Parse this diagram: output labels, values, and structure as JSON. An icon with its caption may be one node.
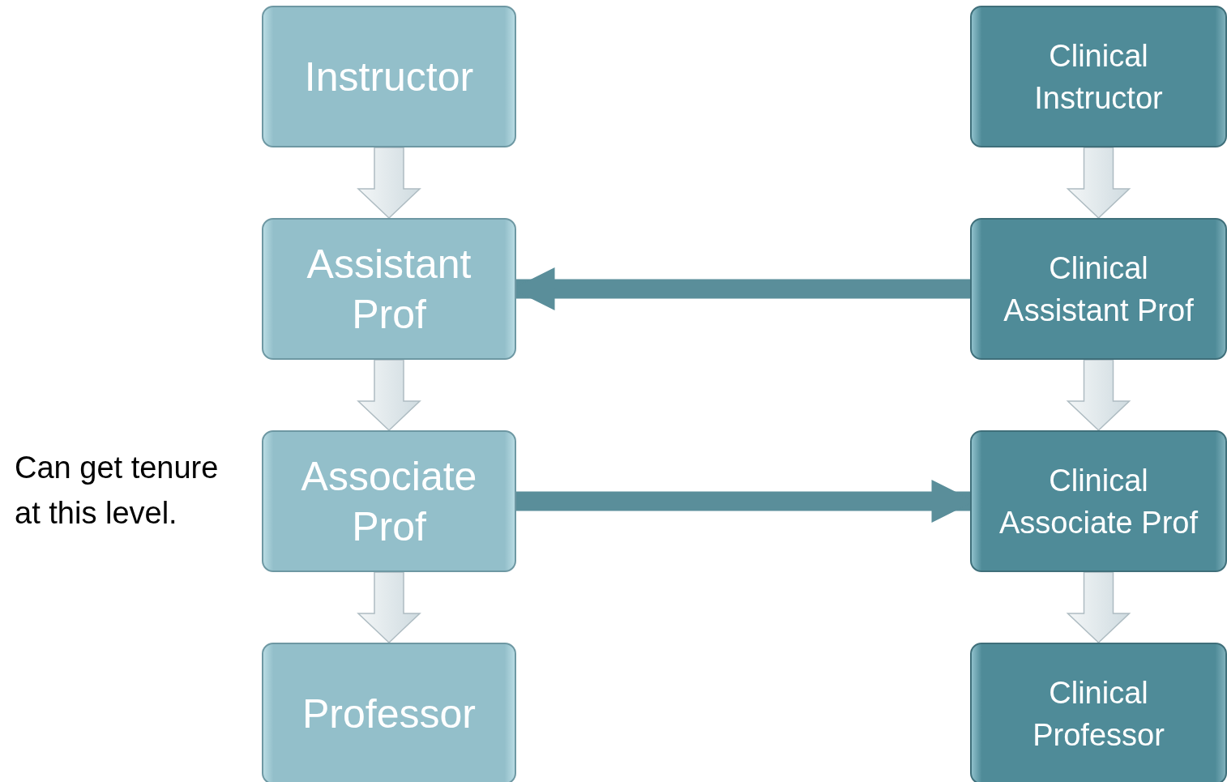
{
  "diagram": {
    "nodes": [
      {
        "text": [
          "Instructor"
        ]
      },
      {
        "text": [
          "Assistant Prof"
        ]
      },
      {
        "text": [
          "Associate Prof"
        ],
        "beside": [
          "Can get tenure at this level."
        ]
      },
      {
        "text": [
          "Professor"
        ]
      },
      {
        "text": [
          "Clinical Instructor"
        ]
      },
      {
        "text": [
          "Clinical Assistant Prof"
        ]
      },
      {
        "text": [
          "Clinical Associate Prof"
        ]
      },
      {
        "text": [
          "Clinical Professor"
        ]
      }
    ],
    "edges": [
      {
        "from": 0,
        "to": 1,
        "arrow": "to"
      },
      {
        "from": 1,
        "to": 2,
        "arrow": "to"
      },
      {
        "from": 2,
        "to": 3,
        "arrow": "to"
      },
      {
        "from": 4,
        "to": 5,
        "arrow": "to"
      },
      {
        "from": 5,
        "to": 6,
        "arrow": "to"
      },
      {
        "from": 6,
        "to": 7,
        "arrow": "to"
      },
      {
        "from": 5,
        "to": 1,
        "arrow": "to",
        "color": "#5a8e9a"
      },
      {
        "from": 2,
        "to": 6,
        "arrow": "to",
        "color": "#5a8e9a"
      }
    ]
  }
}
